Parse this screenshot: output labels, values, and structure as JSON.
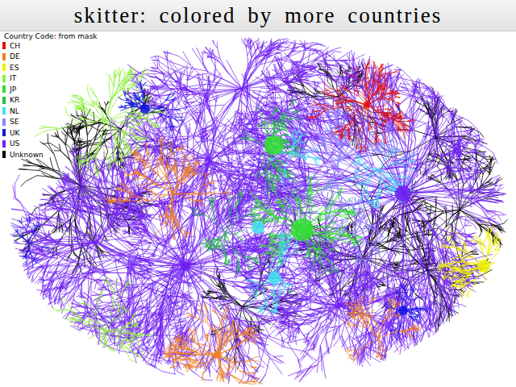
{
  "diagram": {
    "title": "skitter: colored by more countries",
    "labels": [
      "Country Code: from mask"
    ],
    "legend": [
      {
        "text": "CH",
        "color": "#e01010"
      },
      {
        "text": "DE",
        "color": "#f08020"
      },
      {
        "text": "ES",
        "color": "#f0f000"
      },
      {
        "text": "IT",
        "color": "#90f040"
      },
      {
        "text": "JP",
        "color": "#30e030"
      },
      {
        "text": "KR",
        "color": "#20c040"
      },
      {
        "text": "NL",
        "color": "#40e0f0"
      },
      {
        "text": "SE",
        "color": "#8888ff"
      },
      {
        "text": "UK",
        "color": "#1414e0"
      },
      {
        "text": "US",
        "color": "#7020f0"
      },
      {
        "text": "Unknown",
        "color": "#000000"
      }
    ]
  }
}
